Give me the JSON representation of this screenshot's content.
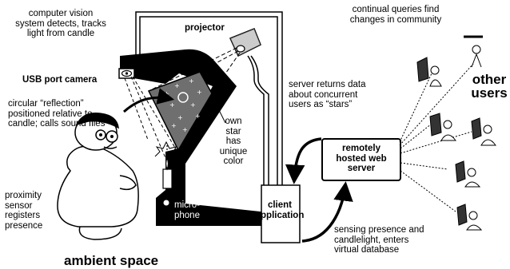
{
  "labels": {
    "vision": "computer vision\nsystem detects, tracks\nlight from candle",
    "projector": "projector",
    "usb_camera": "USB port camera",
    "reflection": "circular “reflection”\npositioned relative to\ncandle; calls sound files",
    "own_star": "own\nstar\nhas\nunique\ncolor",
    "server_returns": "server returns data\nabout concurrent\nusers as “stars”",
    "continual_queries": "continual queries find\nchanges in community",
    "other_users": "other\nusers",
    "remote_server": "remotely\nhosted web\nserver",
    "client_app": "client\napplication",
    "microphone": "micro-\nphone",
    "proximity": "proximity\nsensor\nregisters\npresence",
    "sensing": "sensing presence and\ncandlelight, enters\nvirtual database",
    "ambient_space": "ambient space"
  },
  "colors": {
    "ink": "#000000",
    "screen": "#6f6f6f",
    "paper": "#ffffff"
  }
}
